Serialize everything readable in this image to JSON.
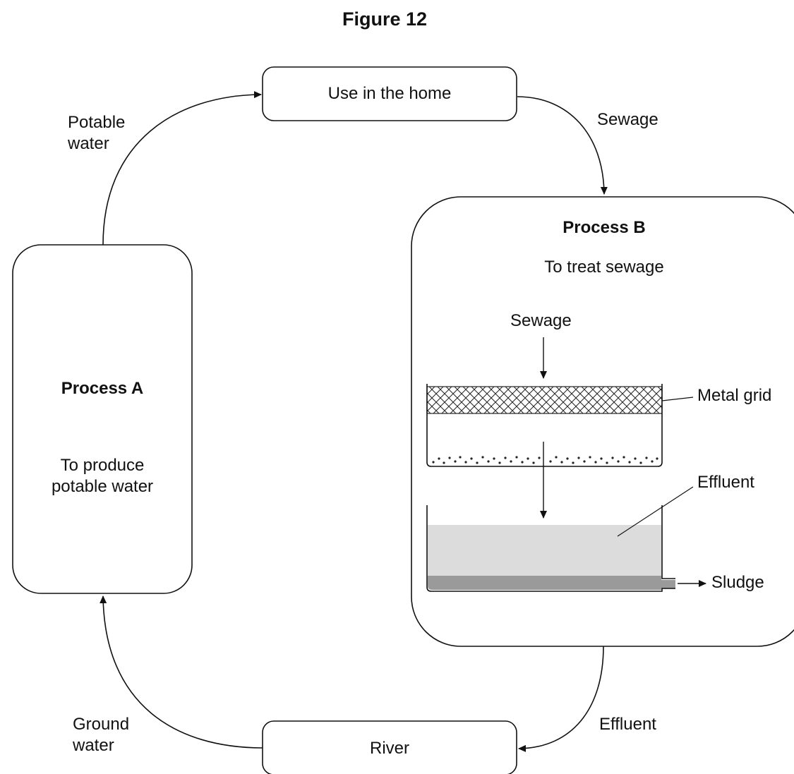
{
  "figure": {
    "title": "Figure 12"
  },
  "nodes": {
    "home": {
      "label": "Use in the home"
    },
    "river": {
      "label": "River"
    },
    "process_a": {
      "title": "Process A",
      "description": "To produce\npotable water"
    },
    "process_b": {
      "title": "Process B",
      "description": "To treat sewage"
    }
  },
  "edges": {
    "a_to_home": {
      "label": "Potable\nwater"
    },
    "home_to_b": {
      "label": "Sewage"
    },
    "b_to_river": {
      "label": "Effluent"
    },
    "river_to_a": {
      "label": "Ground\nwater"
    }
  },
  "apparatus": {
    "sewage_input": "Sewage",
    "metal_grid": "Metal grid",
    "effluent": "Effluent",
    "sludge": "Sludge"
  }
}
